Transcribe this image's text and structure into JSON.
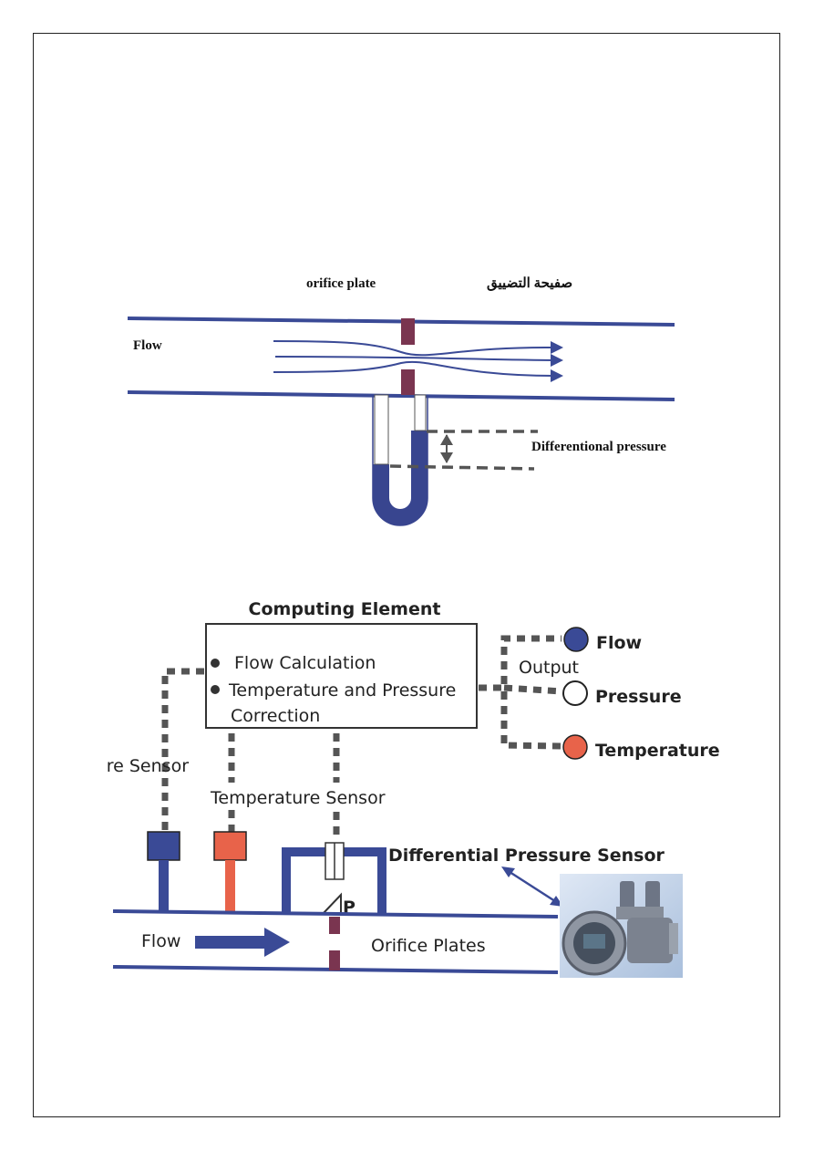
{
  "colors": {
    "pipe_blue": "#3a4a96",
    "fluid_blue": "#38458f",
    "plate_maroon": "#7a3550",
    "dash_gray": "#555555",
    "sensor_red": "#e8634a",
    "sensor_blue": "#3a4a96",
    "photo_bg": "#c9d8ec"
  },
  "top_diagram": {
    "title_en": "orifice plate",
    "title_ar": "صفيحة التضييق",
    "flow_label": "Flow",
    "diff_pressure_label": "Differentional pressure"
  },
  "bottom_diagram": {
    "computing_title": "Computing Element",
    "bullet_1": "Flow Calculation",
    "bullet_2_line1": "Temperature and Pressure",
    "bullet_2_line2": "Correction",
    "output_label": "Output",
    "output_flow": "Flow",
    "output_pressure": "Pressure",
    "output_temperature": "Temperature",
    "pressure_sensor_label": "re Sensor",
    "temperature_sensor_label": "Temperature Sensor",
    "diff_pressure_sensor_label": "Differential Pressure Sensor",
    "delta_p_label": "P",
    "flow_label": "Flow",
    "orifice_plates_label": "Orifice Plates"
  }
}
